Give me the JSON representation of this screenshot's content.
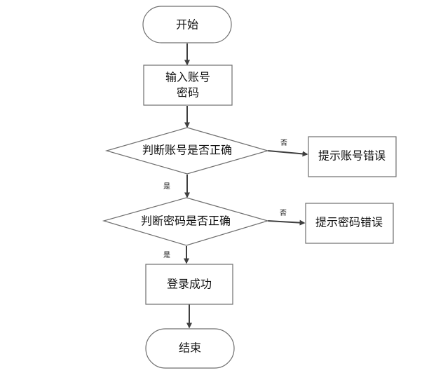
{
  "nodes": {
    "start": "开始",
    "input_line1": "输入账号",
    "input_line2": "密码",
    "check_account": "判断账号是否正确",
    "check_password": "判断密码是否正确",
    "account_error": "提示账号错误",
    "password_error": "提示密码错误",
    "login_success": "登录成功",
    "end": "结束"
  },
  "edge_labels": {
    "account_yes": "是",
    "account_no": "否",
    "password_yes": "是",
    "password_no": "否"
  }
}
